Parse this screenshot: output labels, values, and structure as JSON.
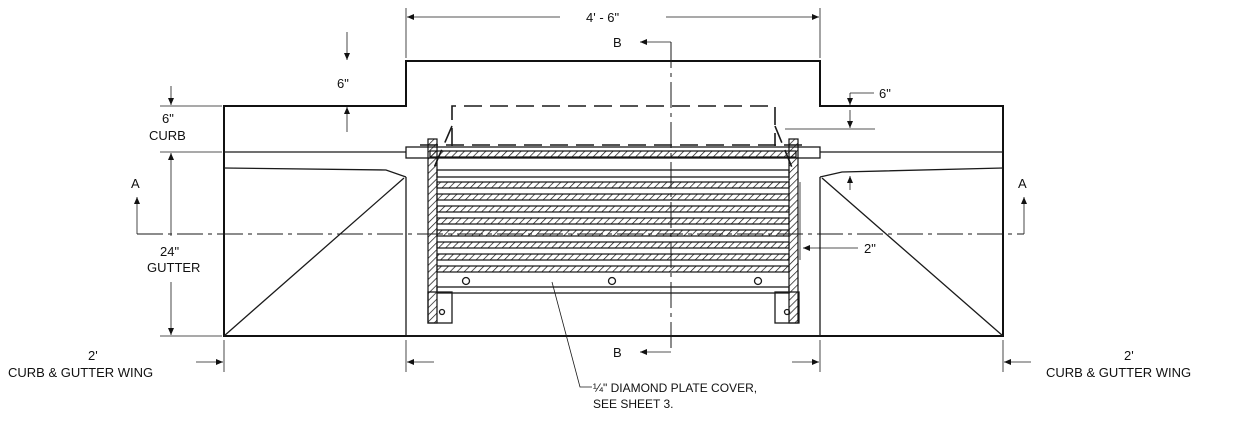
{
  "labels": {
    "overall_width": "4' - 6\"",
    "section_b": "B",
    "section_a": "A",
    "top_step": "6\"",
    "right_step": "6\"",
    "curb_height": "6\"",
    "curb": "CURB",
    "gutter_height": "24\"",
    "gutter": "GUTTER",
    "bar_spacing": "2\"",
    "wing_left_dim": "2'",
    "wing_left_text": "CURB & GUTTER WING",
    "wing_right_dim": "2'",
    "wing_right_text": "CURB & GUTTER WING",
    "cover_line1": "¼\" DIAMOND PLATE COVER,",
    "cover_line2": "SEE SHEET 3."
  }
}
